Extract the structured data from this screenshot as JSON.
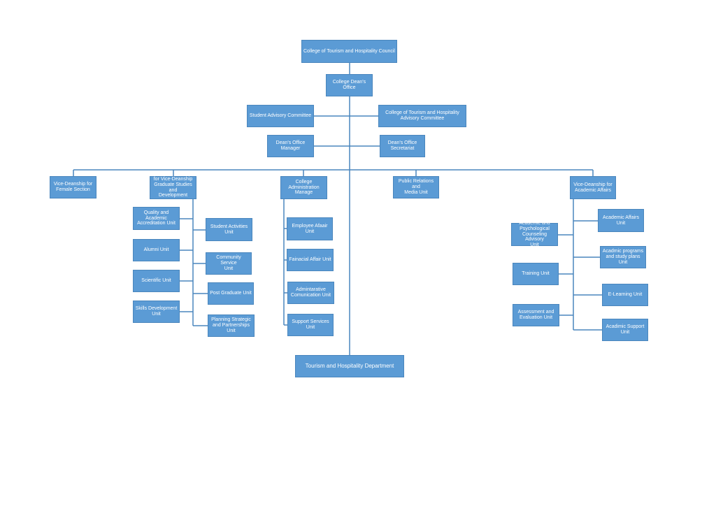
{
  "colors": {
    "box_fill": "#5b9bd5",
    "box_border": "#4a86bd",
    "connector": "#4a86bd",
    "text": "#ffffff"
  },
  "top": {
    "council": "College of Tourism and Hospitality Council",
    "dean_office": "College Dean's Office",
    "student_advisory": "Student Advisory Committee",
    "college_advisory": "College of Tourism and Hospitality\nAdvisory Committee",
    "office_manager": "Dean's Office Manager",
    "office_secretariat": "Dean's Office\nSecretariat"
  },
  "branches": {
    "female_section": "Vice-Deanship for\nFemale Section",
    "graduate_studies": "for  Vice-Deanship\nGraduate Studies and\nDevelopment",
    "administration": "College\nAdministration\nManage",
    "public_relations": "Public Relations and\nMedia Unit",
    "academic_affairs": "Vice-Deanship for\nAcademic Affairs"
  },
  "graduate_units_left": [
    "Quality and Academic\nAccreditation Unit",
    "Alumni Unit",
    "Scientific Unit",
    "Skills Development\nUnit"
  ],
  "graduate_units_right": [
    "Student Activities Unit",
    "Community Service\nUnit",
    "Post Graduate Unit",
    "Planning  Strategic\nand Partnerships Unit"
  ],
  "admin_units": [
    "Employee Afaair Unit",
    "Fainacial Affair Unit",
    "Admintarative\nComunication Unit",
    "Support Services Unit"
  ],
  "academic_units_left": [
    "Academic and\nPsychological\nCounseling Advisory\nUnit",
    "Training Unit",
    "Assessment and\nEvaluation Unit"
  ],
  "academic_units_right": [
    "Academic Affairs Unit",
    "Acadmic programs\nand study plans Unit",
    "E-Learning Unit",
    "Acadimic Support Unit"
  ],
  "department": "Tourism and Hospitality Department"
}
